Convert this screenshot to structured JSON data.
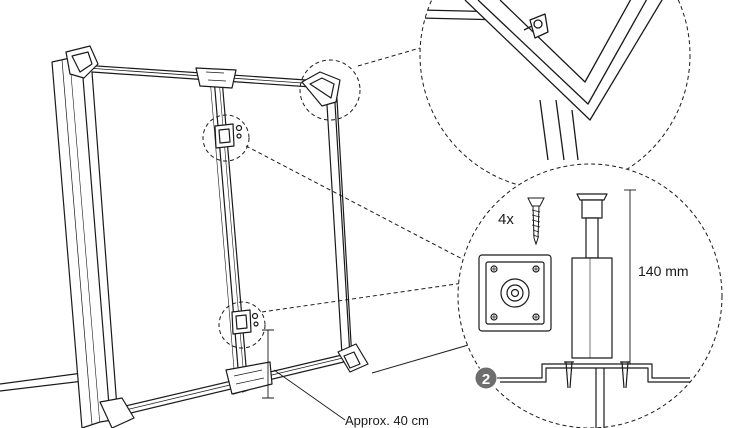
{
  "labels": {
    "quantity": "4x",
    "height": "140 mm",
    "distance": "Approx. 40 cm",
    "step": "2"
  },
  "colors": {
    "line": "#1a1a1a",
    "badge": "#6e6e6e",
    "badge_text": "#ffffff"
  }
}
